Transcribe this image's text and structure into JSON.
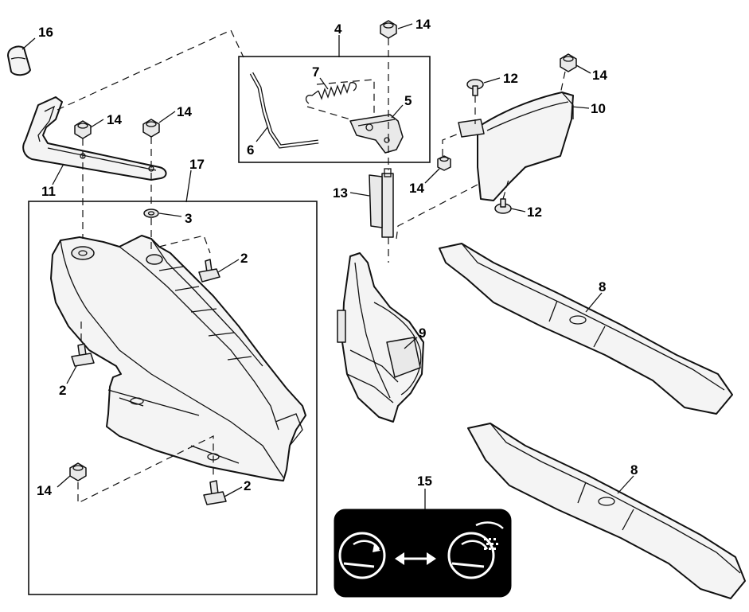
{
  "diagram": {
    "callouts": {
      "c16": "16",
      "c14_nut_top": "14",
      "c4": "4",
      "c7": "7",
      "c5": "5",
      "c6": "6",
      "c14_arm_a": "14",
      "c14_arm_b": "14",
      "c11": "11",
      "c17": "17",
      "c3": "3",
      "c2_top": "2",
      "c2_left": "2",
      "c2_bottom": "2",
      "c14_bottom": "14",
      "c13": "13",
      "c14_mid": "14",
      "c12_top": "12",
      "c14_right": "14",
      "c10": "10",
      "c12_bottom": "12",
      "c9": "9",
      "c8_top": "8",
      "c8_bottom": "8",
      "c15": "15"
    }
  }
}
